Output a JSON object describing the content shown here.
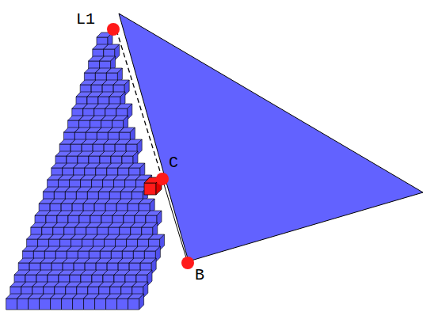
{
  "diagram": {
    "labels": [
      "L1",
      "C",
      "B"
    ]
  }
}
